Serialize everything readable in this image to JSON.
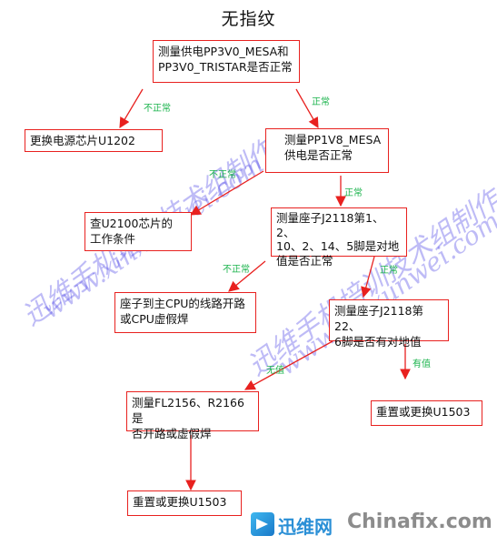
{
  "title": "无指纹",
  "nodes": {
    "n1": "测量供电PP3V0_MESA和\nPP3V0_TRISTAR是否正常",
    "n2": "更换电源芯片U1202",
    "n3": "测量PP1V8_MESA\n供电是否正常",
    "n4": "查U2100芯片的\n工作条件",
    "n5": "测量座子J2118第1、2、\n10、2、14、5脚是对地\n值是否正常",
    "n6": "座子到主CPU的线路开路\n或CPU虚假焊",
    "n7": "测量座子J2118第22、\n6脚是否有对地值",
    "n8": "测量FL2156、R2166是\n否开路或虚假焊",
    "n9": "重置或更换U1503",
    "n10": "重置或更换U1503"
  },
  "labels": {
    "a1": "不正常",
    "a2": "正常",
    "a3": "不正常",
    "a4": "正常",
    "a5": "不正常",
    "a6": "正常",
    "a7": "无值",
    "a8": "有值"
  },
  "watermark": {
    "cn": "迅维手机培训技术组制作",
    "url": "www.xinxunwei.com"
  },
  "footer": {
    "logo_cn": "迅维网",
    "logo_en": "Chinafix.com"
  },
  "colors": {
    "box_border": "#e8211f",
    "arrow": "#e8211f",
    "label_green": "#19b34b",
    "watermark": "#5a4be6"
  }
}
